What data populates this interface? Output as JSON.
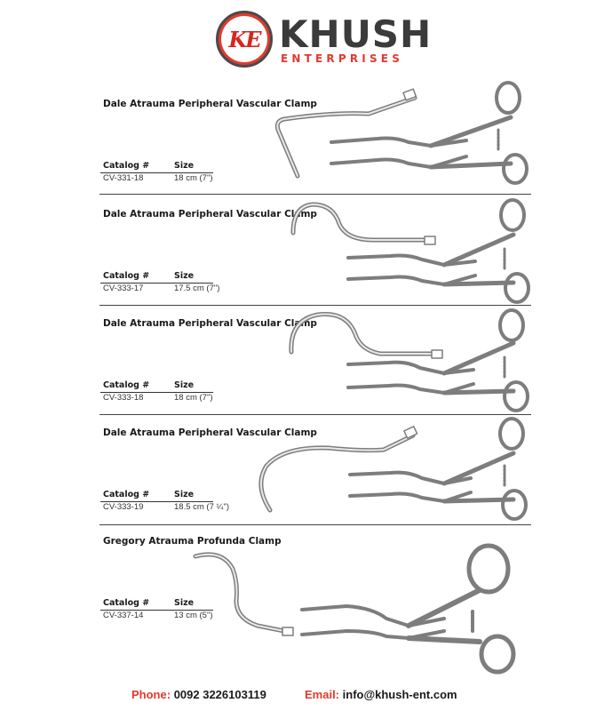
{
  "header": {
    "logo_monogram": "KE",
    "brand": "KHUSH",
    "brand_sub": "ENTERPRISES"
  },
  "colors": {
    "accent": "#e23a2f",
    "text": "#1a1a1a",
    "steel": "#8a8a8a"
  },
  "products": [
    {
      "title": "Dale Atrauma Peripheral Vascular Clamp",
      "catalog_header": "Catalog #",
      "size_header": "Size",
      "catalog": "CV-331-18",
      "size": "18 cm (7\")"
    },
    {
      "title": "Dale Atrauma Peripheral Vascular Clamp",
      "catalog_header": "Catalog #",
      "size_header": "Size",
      "catalog": "CV-333-17",
      "size": "17.5 cm (7\")"
    },
    {
      "title": "Dale Atrauma Peripheral Vascular Clamp",
      "catalog_header": "Catalog #",
      "size_header": "Size",
      "catalog": "CV-333-18",
      "size": "18 cm (7\")"
    },
    {
      "title": "Dale Atrauma Peripheral Vascular Clamp",
      "catalog_header": "Catalog #",
      "size_header": "Size",
      "catalog": "CV-333-19",
      "size": "18.5 cm (7 ¼\")"
    },
    {
      "title": "Gregory Atrauma Profunda Clamp",
      "catalog_header": "Catalog #",
      "size_header": "Size",
      "catalog": "CV-337-14",
      "size": "13 cm (5\")"
    }
  ],
  "footer": {
    "phone_label": "Phone:",
    "phone": "0092 3226103119",
    "email_label": "Email:",
    "email": "info@khush-ent.com"
  }
}
